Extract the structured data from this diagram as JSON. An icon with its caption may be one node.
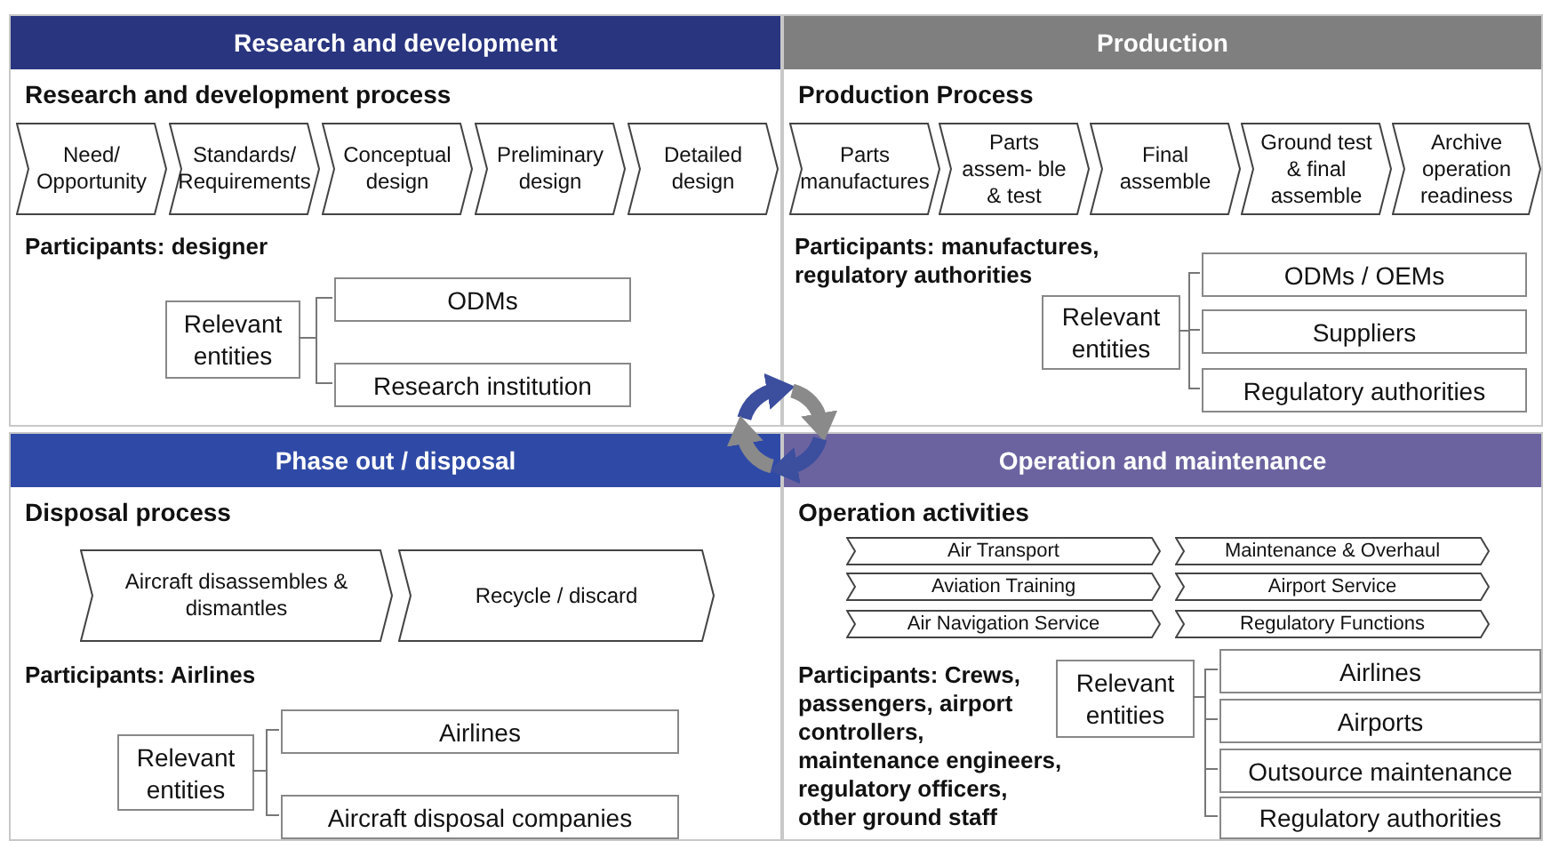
{
  "diagram": {
    "nodes": [
      {
        "text": [
          "Research and development",
          "Research and development process",
          "Participants: designer"
        ]
      },
      {
        "text": [
          "Need/ Opportunity"
        ],
        "in": 0
      },
      {
        "text": [
          "Standards/ Requirements"
        ],
        "in": 0
      },
      {
        "text": [
          "Conceptual design"
        ],
        "in": 0
      },
      {
        "text": [
          "Preliminary design"
        ],
        "in": 0
      },
      {
        "text": [
          "Detailed design"
        ],
        "in": 0
      },
      {
        "text": [
          "Relevant entities"
        ],
        "in": 0
      },
      {
        "text": [
          "ODMs"
        ],
        "in": 0
      },
      {
        "text": [
          "Research institution"
        ],
        "in": 0
      },
      {
        "text": [
          "Production",
          "Production Process",
          "Participants: manufactures, regulatory authorities"
        ]
      },
      {
        "text": [
          "Parts manufactures"
        ],
        "in": 9
      },
      {
        "text": [
          "Parts assem- ble & test"
        ],
        "in": 9
      },
      {
        "text": [
          "Final assemble"
        ],
        "in": 9
      },
      {
        "text": [
          "Ground test & final assemble"
        ],
        "in": 9
      },
      {
        "text": [
          "Archive operation readiness"
        ],
        "in": 9
      },
      {
        "text": [
          "Relevant entities"
        ],
        "in": 9
      },
      {
        "text": [
          "ODMs / OEMs"
        ],
        "in": 9
      },
      {
        "text": [
          "Suppliers"
        ],
        "in": 9
      },
      {
        "text": [
          "Regulatory authorities"
        ],
        "in": 9
      },
      {
        "text": [
          "Phase out / disposal",
          "Disposal process",
          "Participants: Airlines"
        ]
      },
      {
        "text": [
          "Aircraft disassembles & dismantles"
        ],
        "in": 19
      },
      {
        "text": [
          "Recycle / discard"
        ],
        "in": 19
      },
      {
        "text": [
          "Relevant entities"
        ],
        "in": 19
      },
      {
        "text": [
          "Airlines"
        ],
        "in": 19
      },
      {
        "text": [
          "Aircraft disposal companies"
        ],
        "in": 19
      },
      {
        "text": [
          "Operation and maintenance",
          "Operation activities",
          "Participants: Crews, passengers, airport controllers, maintenance engineers, regulatory officers, other ground staff"
        ]
      },
      {
        "text": [
          "Air Transport"
        ],
        "in": 25
      },
      {
        "text": [
          "Maintenance & Overhaul"
        ],
        "in": 25
      },
      {
        "text": [
          "Aviation Training"
        ],
        "in": 25
      },
      {
        "text": [
          "Airport Service"
        ],
        "in": 25
      },
      {
        "text": [
          "Air Navigation Service"
        ],
        "in": 25
      },
      {
        "text": [
          "Regulatory Functions"
        ],
        "in": 25
      },
      {
        "text": [
          "Relevant entities"
        ],
        "in": 25
      },
      {
        "text": [
          "Airlines"
        ],
        "in": 25
      },
      {
        "text": [
          "Airports"
        ],
        "in": 25
      },
      {
        "text": [
          "Outsource maintenance"
        ],
        "in": 25
      },
      {
        "text": [
          "Regulatory authorities"
        ],
        "in": 25
      }
    ],
    "edges": [
      {
        "from": 6,
        "to": 7,
        "arrow": "none"
      },
      {
        "from": 6,
        "to": 8,
        "arrow": "none"
      },
      {
        "from": 15,
        "to": 16,
        "arrow": "none"
      },
      {
        "from": 15,
        "to": 17,
        "arrow": "none"
      },
      {
        "from": 15,
        "to": 18,
        "arrow": "none"
      },
      {
        "from": 22,
        "to": 23,
        "arrow": "none"
      },
      {
        "from": 22,
        "to": 24,
        "arrow": "none"
      },
      {
        "from": 32,
        "to": 33,
        "arrow": "none"
      },
      {
        "from": 32,
        "to": 34,
        "arrow": "none"
      },
      {
        "from": 32,
        "to": 35,
        "arrow": "none"
      },
      {
        "from": 32,
        "to": 36,
        "arrow": "none"
      },
      {
        "from": 0,
        "to": 9,
        "arrow": "to",
        "style": "thick",
        "color": "#3c4e9e"
      },
      {
        "from": 9,
        "to": 25,
        "arrow": "to",
        "style": "thick",
        "color": "#8a8a8a"
      },
      {
        "from": 25,
        "to": 19,
        "arrow": "to",
        "style": "thick",
        "color": "#3c4e9e"
      },
      {
        "from": 19,
        "to": 0,
        "arrow": "to",
        "style": "thick",
        "color": "#8a8a8a"
      }
    ]
  }
}
